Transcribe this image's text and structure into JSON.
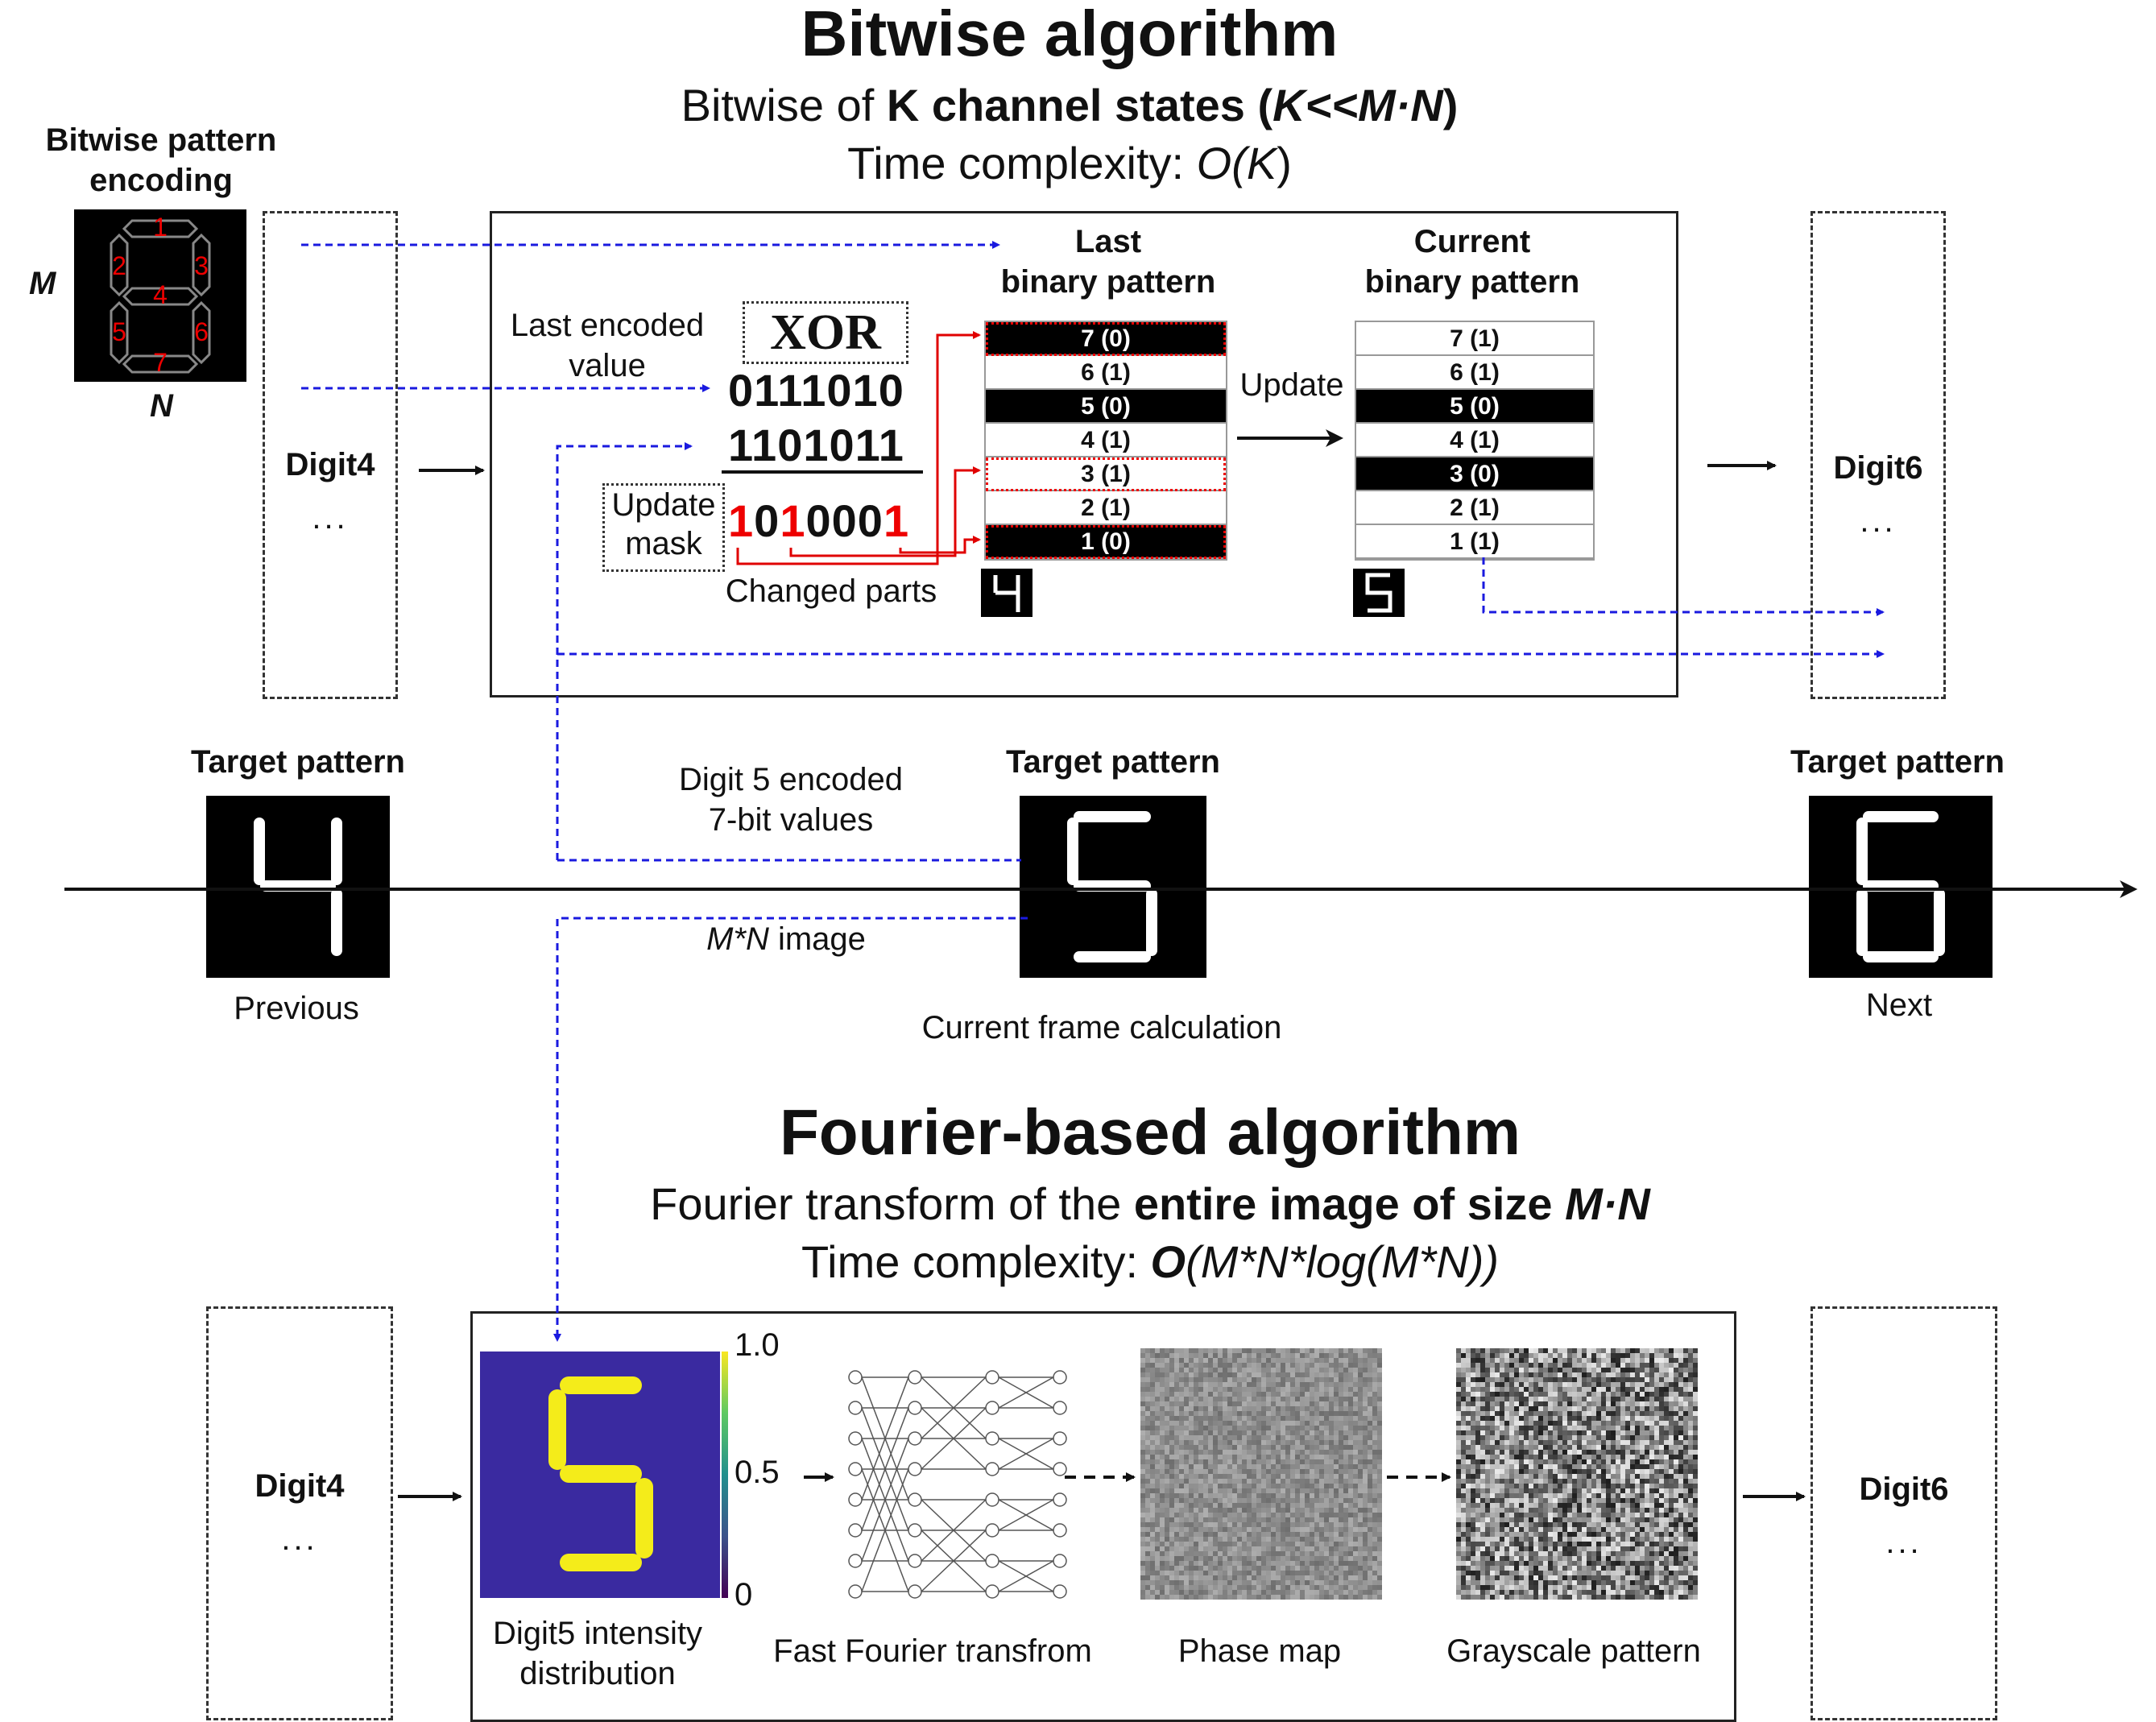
{
  "bitwise": {
    "title": "Bitwise algorithm",
    "sub_prefix": "Bitwise of ",
    "sub_bold": "K channel states",
    "sub_paren_open": " (",
    "sub_cond": "K<<M·N",
    "sub_paren_close": ")",
    "complexity_prefix": "Time complexity: ",
    "complexity_o": "O(",
    "complexity_k": "K",
    "complexity_close": ")"
  },
  "encoding": {
    "title_line1": "Bitwise pattern",
    "title_line2": "encoding",
    "m_label": "M",
    "n_label": "N",
    "segments": [
      "1",
      "2",
      "3",
      "4",
      "5",
      "6",
      "7"
    ]
  },
  "left_box": {
    "label": "Digit4",
    "dots": "..."
  },
  "right_box": {
    "label": "Digit6",
    "dots": "..."
  },
  "xor_panel": {
    "last_encoded_line1": "Last encoded",
    "last_encoded_line2": "value",
    "xor": "XOR",
    "value_a": "0111010",
    "value_b": "1101011",
    "update_mask_line1": "Update",
    "update_mask_line2": "mask",
    "mask_digits": [
      "1",
      "0",
      "1",
      "0",
      "0",
      "0",
      "1"
    ],
    "mask_red": [
      true,
      false,
      true,
      false,
      false,
      false,
      true
    ],
    "changed_parts": "Changed parts",
    "last_title_line1": "Last",
    "last_title_line2": "binary pattern",
    "current_title_line1": "Current",
    "current_title_line2": "binary pattern",
    "update_label": "Update",
    "last_rows": [
      "7 (0)",
      "6 (1)",
      "5 (0)",
      "4 (1)",
      "3 (1)",
      "2 (1)",
      "1 (0)"
    ],
    "last_on": [
      true,
      false,
      true,
      false,
      false,
      false,
      true
    ],
    "last_changed": [
      true,
      false,
      false,
      false,
      true,
      false,
      true
    ],
    "current_rows": [
      "7 (1)",
      "6 (1)",
      "5 (0)",
      "4 (1)",
      "3 (0)",
      "2 (1)",
      "1 (1)"
    ],
    "current_on": [
      false,
      false,
      true,
      false,
      true,
      false,
      false
    ]
  },
  "timeline": {
    "target_label": "Target pattern",
    "previous": "Previous",
    "next": "Next",
    "current_frame": "Current frame calculation",
    "digit5_line1": "Digit 5 encoded",
    "digit5_line2": "7-bit values",
    "mn_image_italic": "M*N",
    "mn_image_rest": " image"
  },
  "fourier": {
    "title": "Fourier-based algorithm",
    "sub_prefix": "Fourier transform of the ",
    "sub_bold": "entire image of size ",
    "sub_italic": "M·N",
    "complexity_prefix": "Time complexity: ",
    "complexity_o": "O",
    "complexity_inner": "(M*N*log(M*N))",
    "left_label": "Digit4",
    "right_label": "Digit6",
    "dots": "...",
    "colorbar_ticks": [
      "1.0",
      "0.5",
      "0"
    ],
    "caption_intensity_line1": "Digit5 intensity",
    "caption_intensity_line2": "distribution",
    "caption_fft": "Fast Fourier transfrom",
    "caption_phase": "Phase map",
    "caption_gray": "Grayscale pattern"
  },
  "colors": {
    "blue_dashed": "#1a1adf",
    "red_arrow": "#e00000",
    "intensity_bg": "#3a2aa0",
    "intensity_digit": "#f4ec1a"
  }
}
